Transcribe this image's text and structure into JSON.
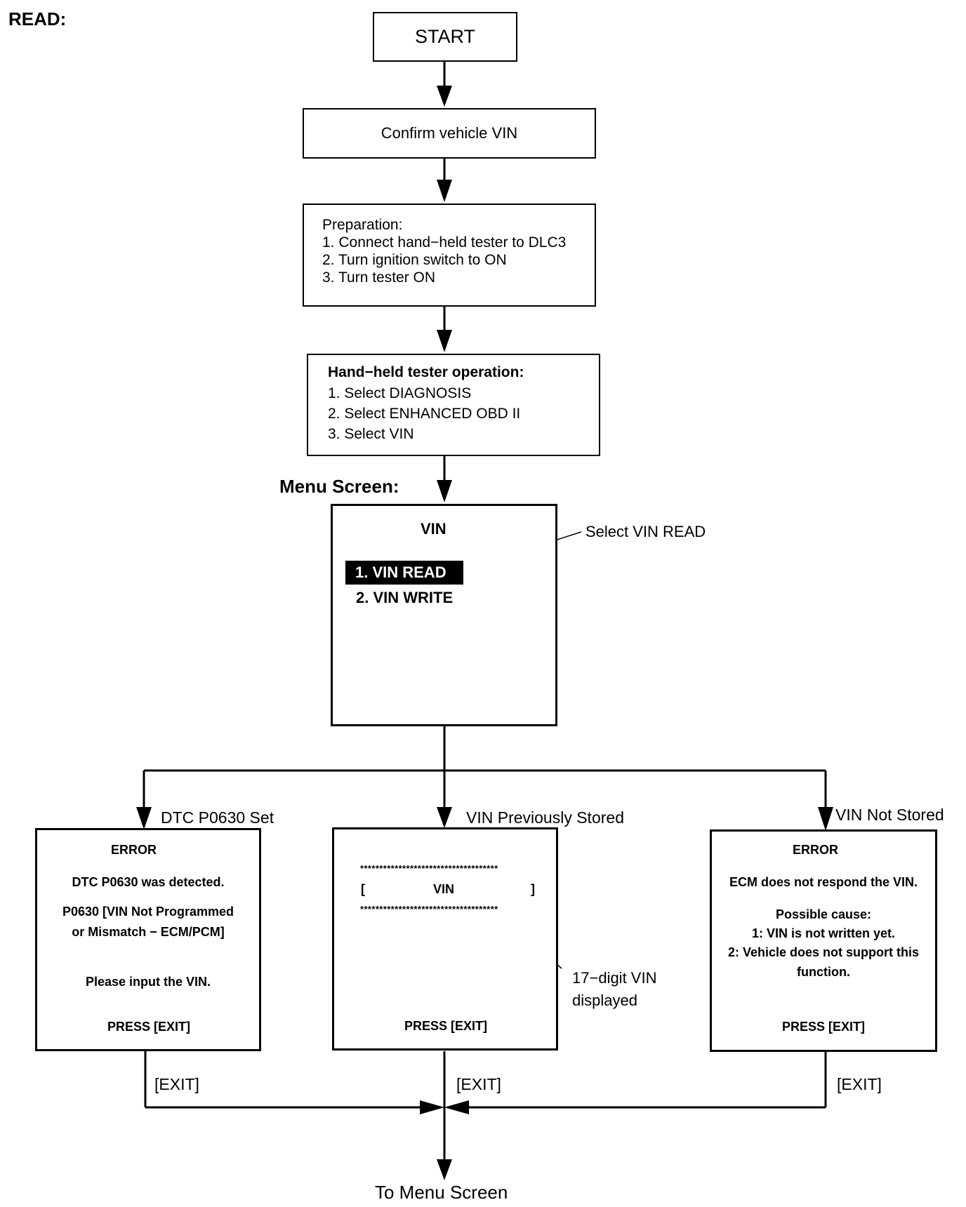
{
  "section_title": "READ:",
  "start": "START",
  "confirm": "Confirm vehicle VIN",
  "preparation": {
    "title": "Preparation:",
    "steps": [
      "1. Connect hand−held tester to DLC3",
      "2. Turn ignition switch to ON",
      "3. Turn tester ON"
    ]
  },
  "operation": {
    "title": "Hand−held tester operation:",
    "steps": [
      "1. Select DIAGNOSIS",
      "2. Select ENHANCED OBD II",
      "3. Select VIN"
    ]
  },
  "menu": {
    "heading": "Menu Screen:",
    "title": "VIN",
    "items": [
      "1. VIN READ",
      "2. VIN WRITE"
    ],
    "selected_index": 0,
    "callout": "Select VIN READ"
  },
  "branches": {
    "left": {
      "label": "DTC P0630 Set",
      "title": "ERROR",
      "lines": [
        "DTC P0630 was detected.",
        "P0630  [VIN Not Programmed",
        "or Mismatch − ECM/PCM]",
        "Please input the VIN."
      ],
      "press": "PRESS [EXIT]",
      "exit": "[EXIT]"
    },
    "middle": {
      "label": "VIN Previously Stored",
      "stars": "************************************",
      "bracket_left": "[",
      "vin": "VIN",
      "bracket_right": "]",
      "press": "PRESS [EXIT]",
      "callout": [
        "17−digit VIN",
        "displayed"
      ],
      "exit": "[EXIT]"
    },
    "right": {
      "label": "VIN Not Stored",
      "title": "ERROR",
      "lines": [
        "ECM does not respond the VIN.",
        "Possible cause:",
        "1: VIN is not written yet.",
        "2: Vehicle does not support this",
        "function."
      ],
      "press": "PRESS [EXIT]",
      "exit": "[EXIT]"
    }
  },
  "footer": "To Menu Screen"
}
